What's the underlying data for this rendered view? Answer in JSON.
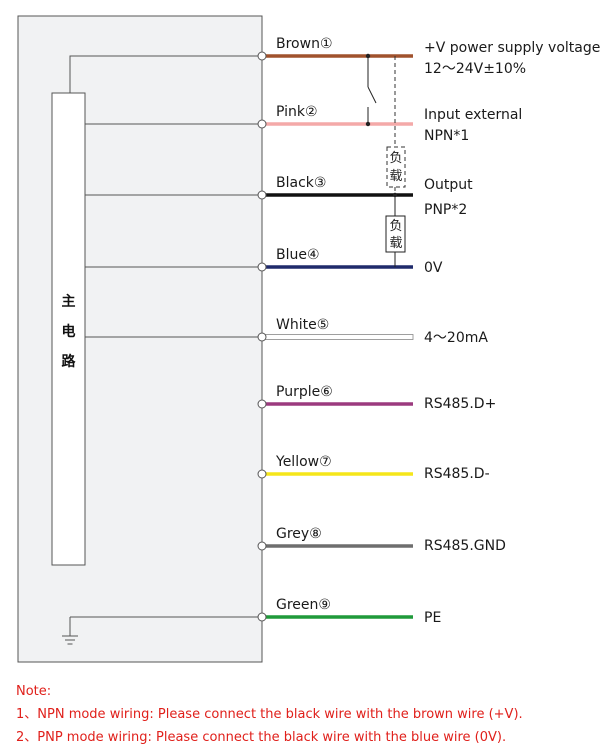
{
  "block_label": [
    "主",
    "电",
    "路"
  ],
  "load_label": [
    "负",
    "载"
  ],
  "wires": [
    {
      "label": "Brown①",
      "color": "#a0522d",
      "func": [
        "+V power supply voltage",
        "12～24V±10%"
      ]
    },
    {
      "label": "Pink②",
      "color": "#f4a9a8",
      "func": [
        "Input external",
        "NPN*1"
      ]
    },
    {
      "label": "Black③",
      "color": "#111111",
      "func": [
        "Output",
        "PNP*2"
      ]
    },
    {
      "label": "Blue④",
      "color": "#1f2a6b",
      "func": [
        "0V"
      ]
    },
    {
      "label": "White⑤",
      "color": "#ffffff",
      "func": [
        "4～20mA"
      ]
    },
    {
      "label": "Purple⑥",
      "color": "#9b3a7e",
      "func": [
        "RS485.D+"
      ]
    },
    {
      "label": "Yellow⑦",
      "color": "#f5e61a",
      "func": [
        "RS485.D-"
      ]
    },
    {
      "label": "Grey⑧",
      "color": "#6e6e6e",
      "func": [
        "RS485.GND"
      ]
    },
    {
      "label": "Green⑨",
      "color": "#1f9a3a",
      "func": [
        "PE"
      ]
    }
  ],
  "notes": {
    "title": "Note:",
    "line1": "1、NPN mode wiring: Please connect the black wire with the brown wire (+V).",
    "line2": "2、PNP mode wiring: Please connect the black wire with the blue wire (0V)."
  },
  "colors": {
    "note_text": "#e0201b",
    "panel_fill": "#f1f2f3",
    "block_border": "#555555"
  }
}
